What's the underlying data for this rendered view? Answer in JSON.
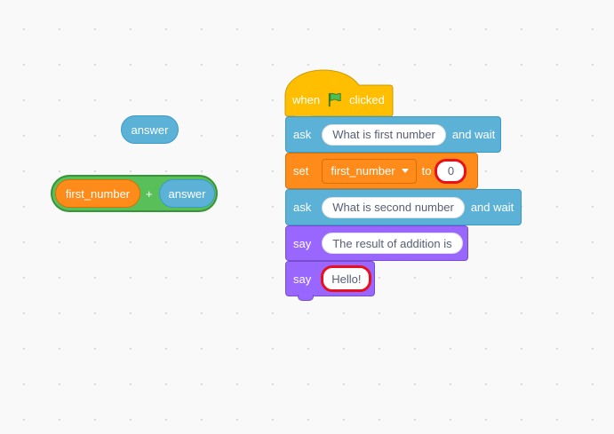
{
  "loose_blocks": {
    "answer_reporter": "answer",
    "addition": {
      "left": "first_number",
      "operator": "+",
      "right": "answer"
    }
  },
  "script": {
    "hat": {
      "prefix": "when",
      "flag_icon": "green-flag-icon",
      "suffix": "clicked"
    },
    "ask1": {
      "keyword": "ask",
      "input": "What is first number",
      "suffix": "and wait"
    },
    "set": {
      "keyword": "set",
      "variable": "first_number",
      "to_label": "to",
      "value": "0"
    },
    "ask2": {
      "keyword": "ask",
      "input": "What is second number",
      "suffix": "and wait"
    },
    "say1": {
      "keyword": "say",
      "input": "The result of addition is"
    },
    "say2": {
      "keyword": "say",
      "input": "Hello!"
    }
  },
  "colors": {
    "sensing": "#5cb1d6",
    "variables": "#ff8c1a",
    "operators": "#59c059",
    "looks": "#9966ff",
    "events": "#ffbf00",
    "highlight": "#e8111a"
  }
}
